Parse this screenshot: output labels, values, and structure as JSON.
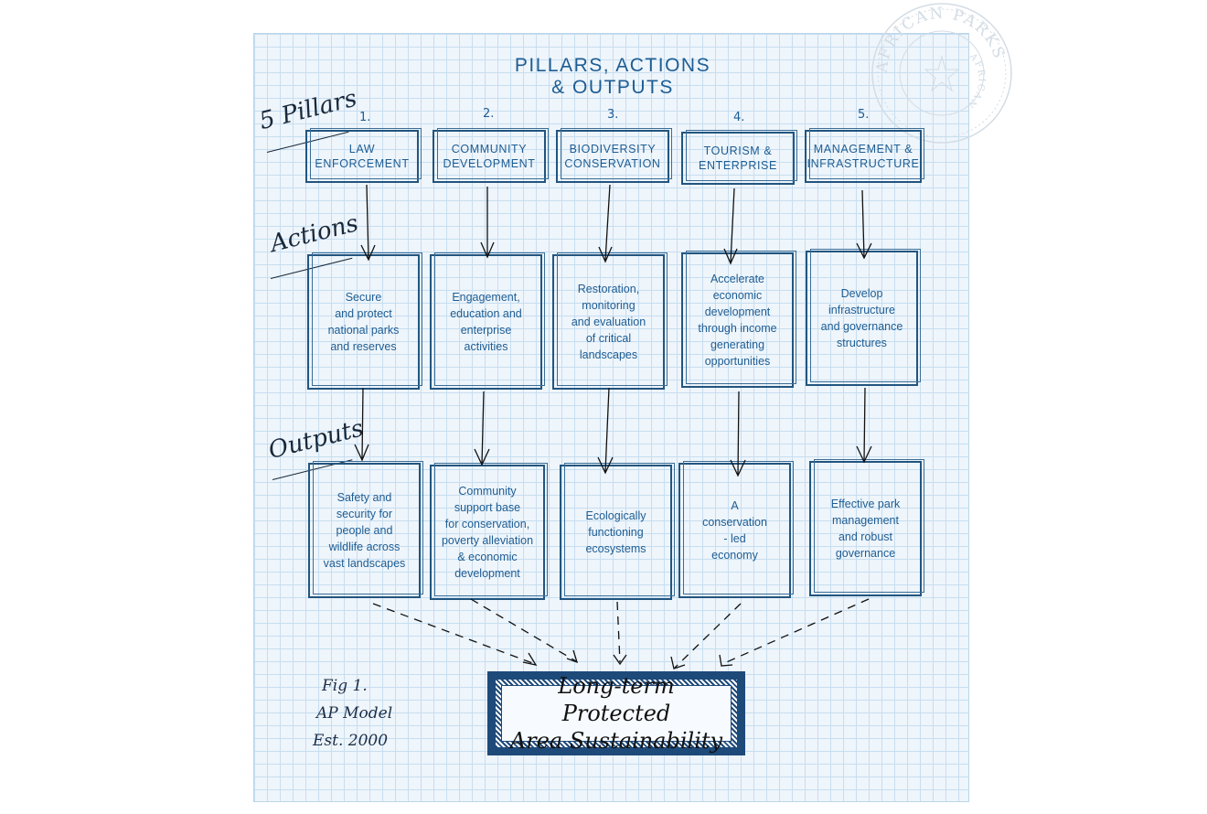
{
  "title": [
    "PILLARS, ACTIONS",
    "& OUTPUTS"
  ],
  "row_labels": {
    "pillars": "5 Pillars",
    "actions": "Actions",
    "outputs": "Outputs"
  },
  "pillars": [
    {
      "num": "1.",
      "label": "LAW\nENFORCEMENT"
    },
    {
      "num": "2.",
      "label": "COMMUNITY\nDEVELOPMENT"
    },
    {
      "num": "3.",
      "label": "BIODIVERSITY\nCONSERVATION"
    },
    {
      "num": "4.",
      "label": "TOURISM &\nENTERPRISE"
    },
    {
      "num": "5.",
      "label": "MANAGEMENT &\nINFRASTRUCTURE"
    }
  ],
  "actions": [
    "Secure\nand protect\nnational parks\nand reserves",
    "Engagement,\neducation and\nenterprise\nactivities",
    "Restoration,\nmonitoring\nand evaluation\nof critical\nlandscapes",
    "Accelerate\neconomic\ndevelopment\nthrough income\ngenerating\nopportunities",
    "Develop\ninfrastructure\nand governance\nstructures"
  ],
  "outputs": [
    "Safety and\nsecurity for\npeople and\nwildlife across\nvast landscapes",
    "Community\nsupport base\nfor conservation,\npoverty alleviation\n& economic\ndevelopment",
    "Ecologically\nfunctioning\necosystems",
    "A\nconservation\n- led\neconomy",
    "Effective park\nmanagement\nand robust\ngovernance"
  ],
  "goal": "Long-term Protected\nArea Sustainability",
  "figure_note": [
    "Fig 1.",
    "AP Model",
    "Est. 2000"
  ],
  "stamp": {
    "outer": "AFRICAN PARKS",
    "inner": "AFRICAN PARKS"
  },
  "colors": {
    "ink_blue": "#1e5d93",
    "box_border": "#22557f",
    "grid": "#c7def0",
    "paper": "#eef5fb",
    "goal_border": "#1e4a7a"
  }
}
